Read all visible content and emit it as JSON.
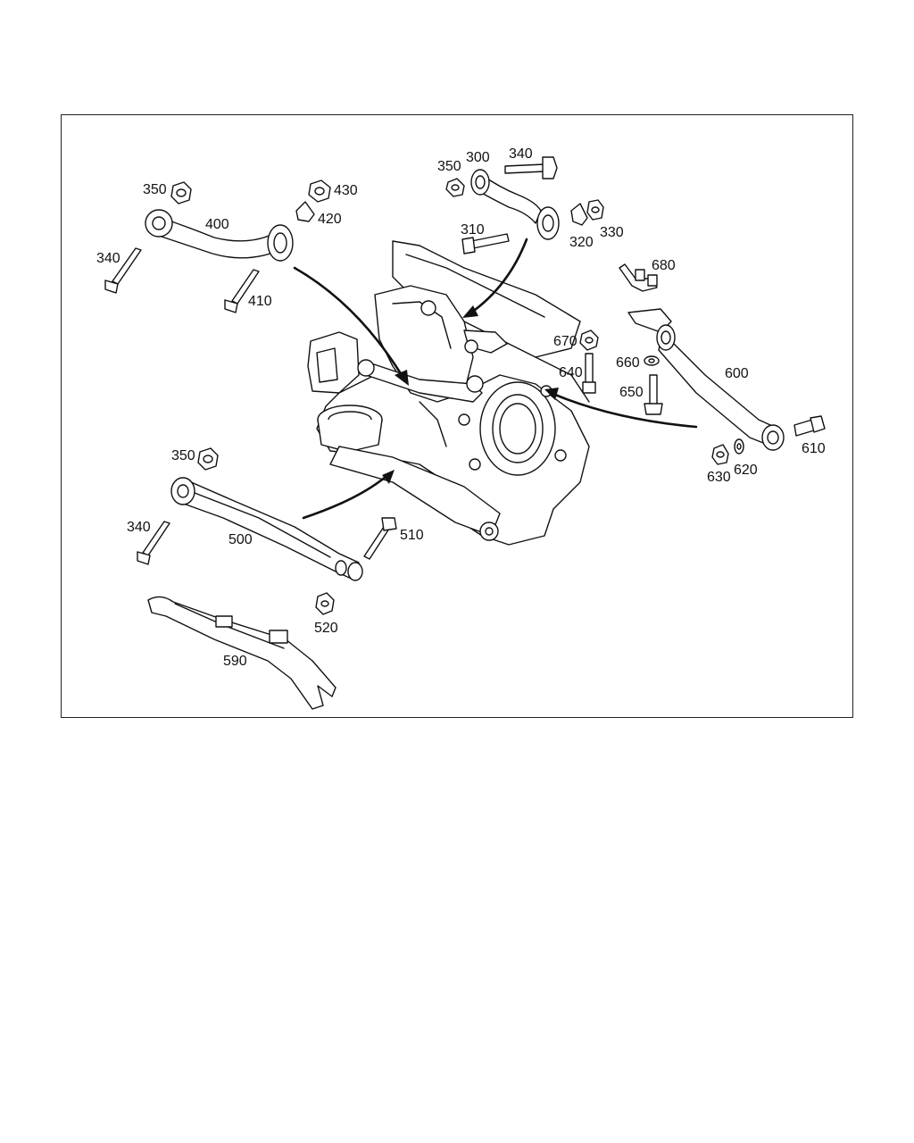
{
  "diagram": {
    "labels": {
      "p300": "300",
      "p310": "310",
      "p320": "320",
      "p330": "330",
      "p340_top": "340",
      "p340_left": "340",
      "p340_lower": "340",
      "p350_left": "350",
      "p350_top": "350",
      "p350_lower": "350",
      "p400": "400",
      "p410": "410",
      "p420": "420",
      "p430": "430",
      "p500": "500",
      "p510": "510",
      "p520": "520",
      "p590": "590",
      "p600": "600",
      "p610": "610",
      "p620": "620",
      "p630": "630",
      "p640": "640",
      "p650": "650",
      "p660": "660",
      "p670": "670",
      "p680": "680"
    }
  }
}
